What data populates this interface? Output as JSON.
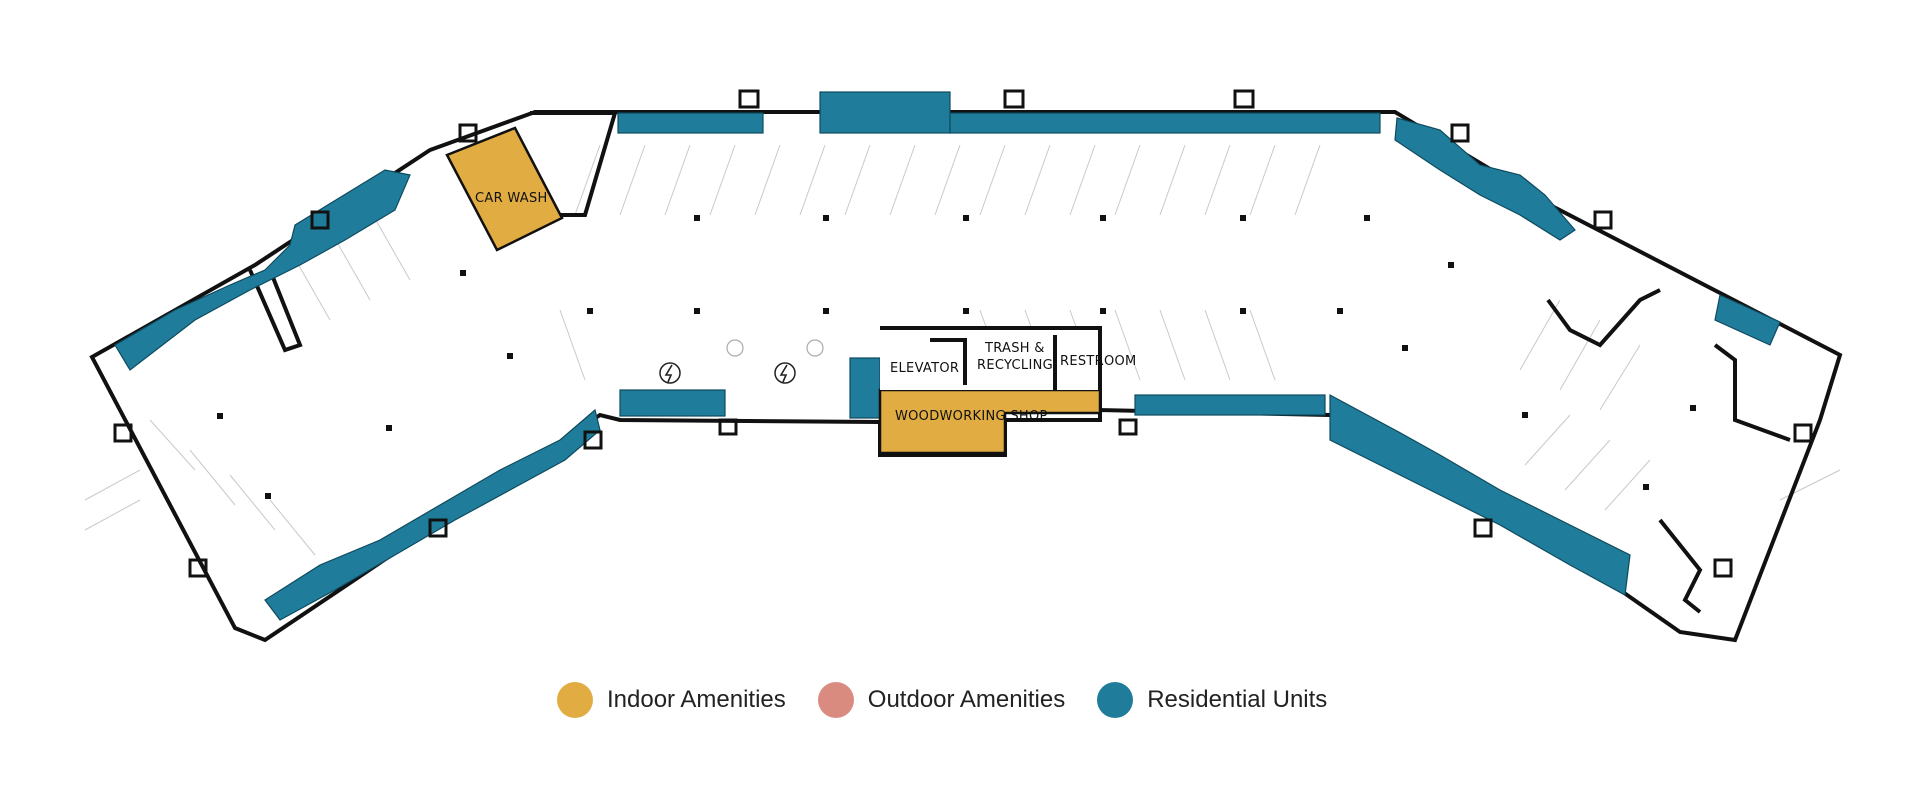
{
  "rooms": {
    "car_wash": "CAR WASH",
    "elevator": "ELEVATOR",
    "trash_line1": "TRASH &",
    "trash_line2": "RECYCLING",
    "restroom": "RESTROOM",
    "woodworking": "WOODWORKING SHOP"
  },
  "legend": [
    {
      "label": "Indoor Amenities",
      "color": "#e1ad42"
    },
    {
      "label": "Outdoor Amenities",
      "color": "#d98b80"
    },
    {
      "label": "Residential Units",
      "color": "#1f7d9b"
    }
  ],
  "icons": [
    "ev-charging-icon",
    "ev-charging-icon",
    "accessible-parking-icon"
  ]
}
